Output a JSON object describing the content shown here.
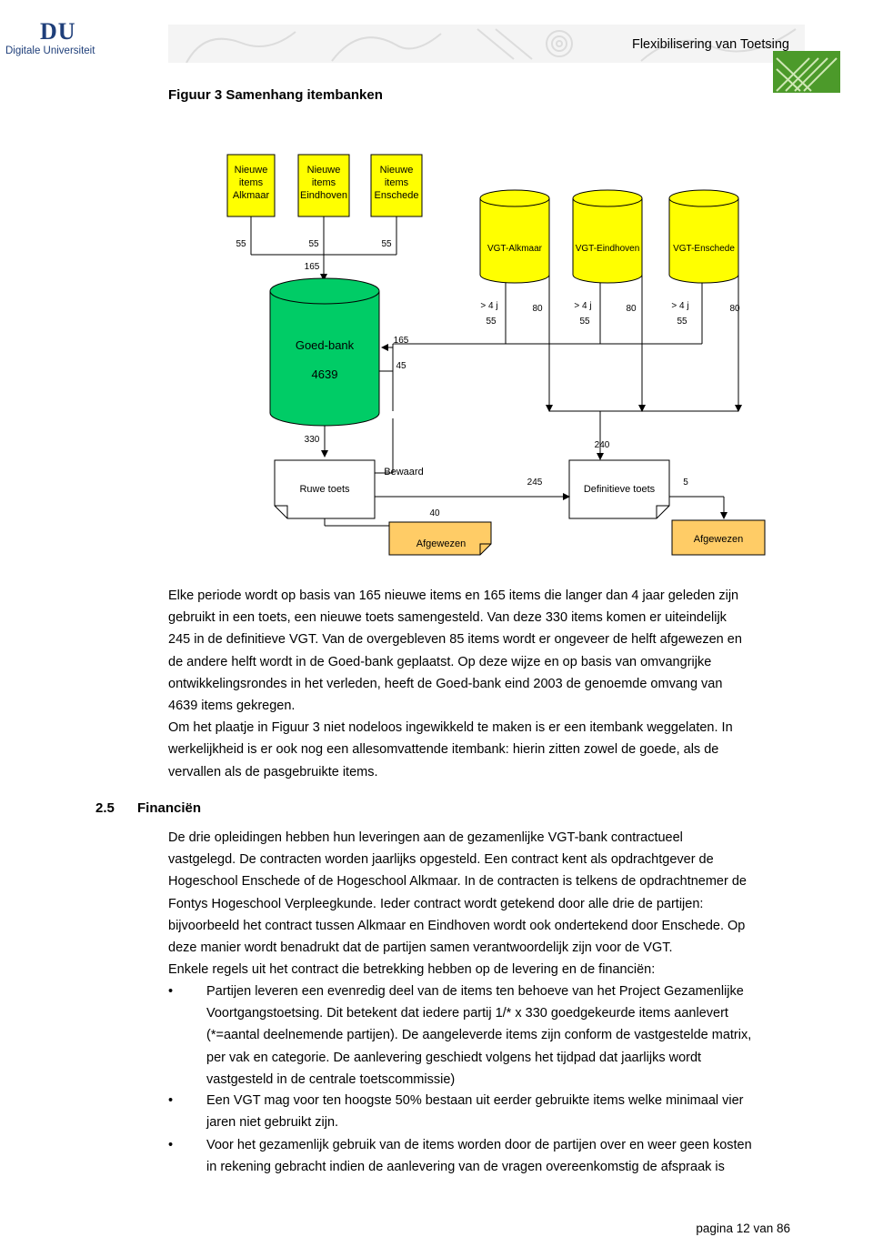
{
  "header": {
    "logo_main": "DU",
    "logo_sub": "Digitale Universiteit",
    "title": "Flexibilisering van Toetsing"
  },
  "figure": {
    "caption": "Figuur 3 Samenhang itembanken",
    "new_items": [
      {
        "line1": "Nieuwe",
        "line2": "items",
        "line3": "Alkmaar",
        "count": "55"
      },
      {
        "line1": "Nieuwe",
        "line2": "items",
        "line3": "Eindhoven",
        "count": "55"
      },
      {
        "line1": "Nieuwe",
        "line2": "items",
        "line3": "Enschede",
        "count": "55"
      }
    ],
    "new_items_total": "165",
    "vgt_banks": [
      {
        "name": "VGT-Alkmaar",
        "age": "> 4 j",
        "out_old": "55",
        "out_other": "80"
      },
      {
        "name": "VGT-Eindhoven",
        "age": "> 4 j",
        "out_old": "55",
        "out_other": "80"
      },
      {
        "name": "VGT-Enschede",
        "age": "> 4 j",
        "out_old": "55",
        "out_other": "80"
      }
    ],
    "goedbank": {
      "name": "Goed-bank",
      "count": "4639",
      "in_label": "165",
      "out_label": "45"
    },
    "flow_330": "330",
    "flow_240": "240",
    "ruwe_toets": "Ruwe toets",
    "bewaard": "Bewaard",
    "flow_245": "245",
    "definitieve_toets": "Definitieve toets",
    "flow_5": "5",
    "flow_40": "40",
    "afgewezen_1": "Afgewezen",
    "afgewezen_2": "Afgewezen",
    "colors": {
      "yellow": "#ffff00",
      "green": "#00cc66",
      "orange": "#ffcc66"
    }
  },
  "paragraphs": {
    "p1": [
      "Elke periode wordt op basis van 165 nieuwe items en 165 items die langer dan 4 jaar geleden zijn",
      "gebruikt in een toets, een nieuwe toets samengesteld. Van deze 330 items komen er uiteindelijk",
      "245 in de definitieve VGT. Van de overgebleven 85 items wordt er ongeveer de helft afgewezen en",
      "de andere helft wordt in de Goed-bank geplaatst. Op deze wijze en op basis van omvangrijke",
      "ontwikkelingsrondes in het verleden, heeft de Goed-bank eind 2003 de genoemde omvang van",
      "4639 items gekregen.",
      "Om het plaatje in Figuur 3 niet nodeloos ingewikkeld te maken is er een itembank weggelaten. In",
      "werkelijkheid is er ook nog een allesomvattende itembank: hierin zitten zowel de goede, als de",
      "vervallen als de pasgebruikte items."
    ],
    "p2": [
      "De drie opleidingen hebben hun leveringen aan de gezamenlijke VGT-bank contractueel",
      "vastgelegd. De contracten worden jaarlijks opgesteld. Een contract kent als opdrachtgever de",
      "Hogeschool Enschede of de Hogeschool Alkmaar. In de contracten is telkens de opdrachtnemer de",
      "Fontys Hogeschool Verpleegkunde. Ieder contract wordt getekend door alle drie de partijen:",
      "bijvoorbeeld het contract tussen Alkmaar en Eindhoven wordt ook ondertekend door Enschede. Op",
      "deze manier wordt benadrukt dat de partijen samen verantwoordelijk zijn voor de VGT.",
      "Enkele regels uit het contract die betrekking hebben op de levering en de financiën:"
    ]
  },
  "section": {
    "number": "2.5",
    "title": "Financiën"
  },
  "bullets": [
    {
      "lines": [
        "Partijen leveren een evenredig deel van de items ten behoeve van het Project Gezamenlijke",
        "Voortgangstoetsing. Dit betekent dat iedere partij 1/* x 330 goedgekeurde items aanlevert",
        "(*=aantal deelnemende partijen). De aangeleverde items zijn conform de vastgestelde matrix,",
        "per vak en categorie. De aanlevering geschiedt volgens het tijdpad dat jaarlijks wordt",
        "vastgesteld in de centrale toetscommissie)"
      ]
    },
    {
      "lines": [
        "Een VGT mag voor ten hoogste 50% bestaan uit eerder gebruikte items welke minimaal vier",
        "jaren niet gebruikt zijn."
      ]
    },
    {
      "lines": [
        "Voor het gezamenlijk gebruik van de items worden door de partijen over en weer geen kosten",
        "in rekening gebracht indien de aanlevering van de vragen overeenkomstig de afspraak is"
      ]
    }
  ],
  "bullet_symbol": "•",
  "footer": {
    "page": "pagina 12 van 86"
  }
}
